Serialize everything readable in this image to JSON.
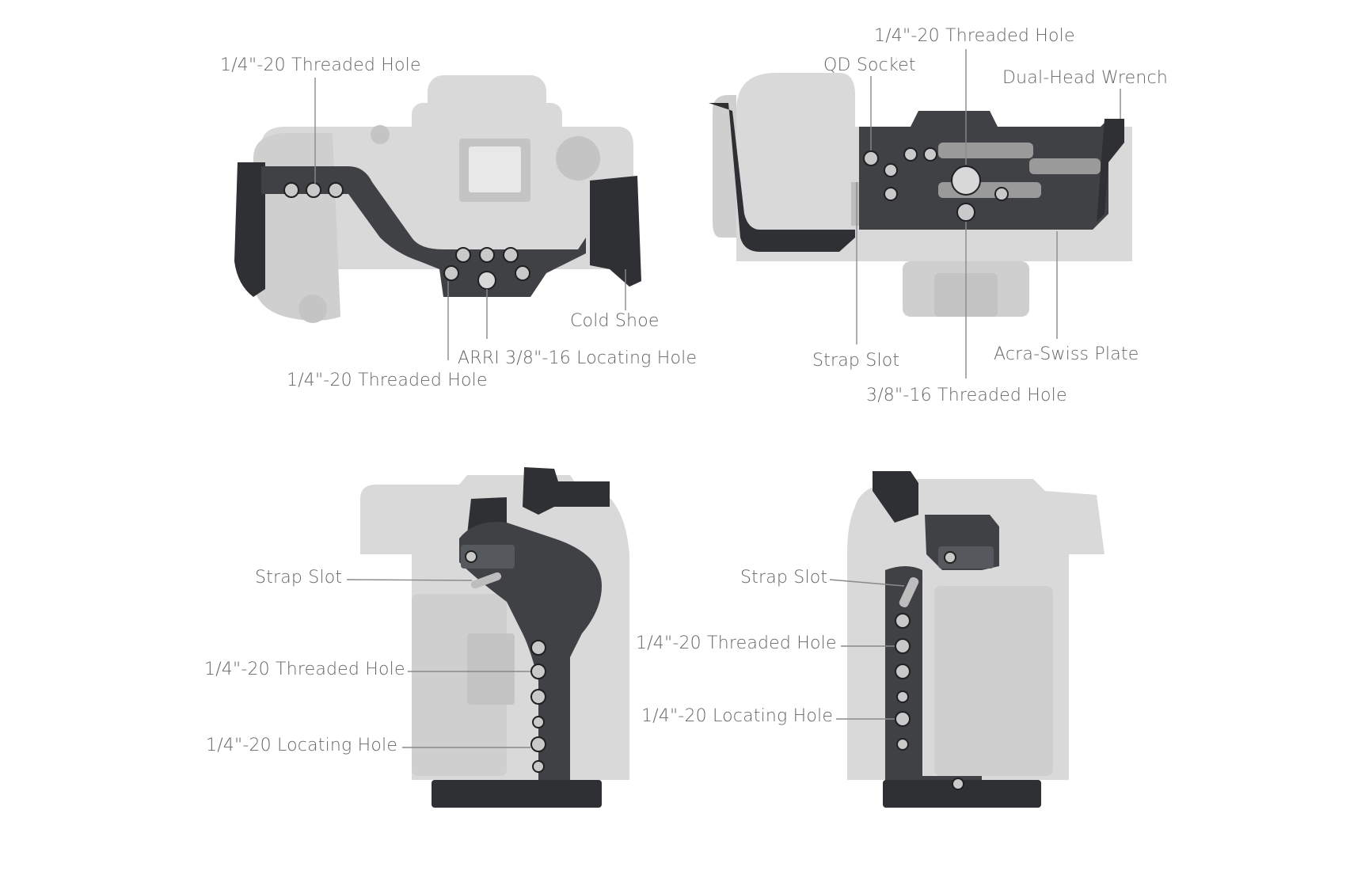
{
  "colors": {
    "cage": "#3f4144",
    "camera": "#d9d9d9",
    "label_text": "#666666",
    "leader_line": "#8a8a8a",
    "background": "#ffffff"
  },
  "panels": {
    "top_left": {
      "labels": {
        "threaded_hole_top": "1/4\"-20 Threaded Hole",
        "cold_shoe": "Cold Shoe",
        "arri_locating_hole": "ARRI 3/8\"-16 Locating Hole",
        "threaded_hole_bottom": "1/4\"-20 Threaded Hole"
      }
    },
    "top_right": {
      "labels": {
        "threaded_hole_top": "1/4\"-20 Threaded Hole",
        "qd_socket": "QD Socket",
        "dual_head_wrench": "Dual-Head Wrench",
        "strap_slot": "Strap Slot",
        "acra_swiss_plate": "Acra-Swiss Plate",
        "threaded_hole_3_8": "3/8\"-16 Threaded Hole"
      }
    },
    "bottom_left": {
      "labels": {
        "strap_slot": "Strap Slot",
        "threaded_hole": "1/4\"-20 Threaded Hole",
        "locating_hole": "1/4\"-20 Locating Hole"
      }
    },
    "bottom_right": {
      "labels": {
        "strap_slot": "Strap Slot",
        "threaded_hole": "1/4\"-20 Threaded Hole",
        "locating_hole": "1/4\"-20 Locating Hole"
      }
    }
  }
}
